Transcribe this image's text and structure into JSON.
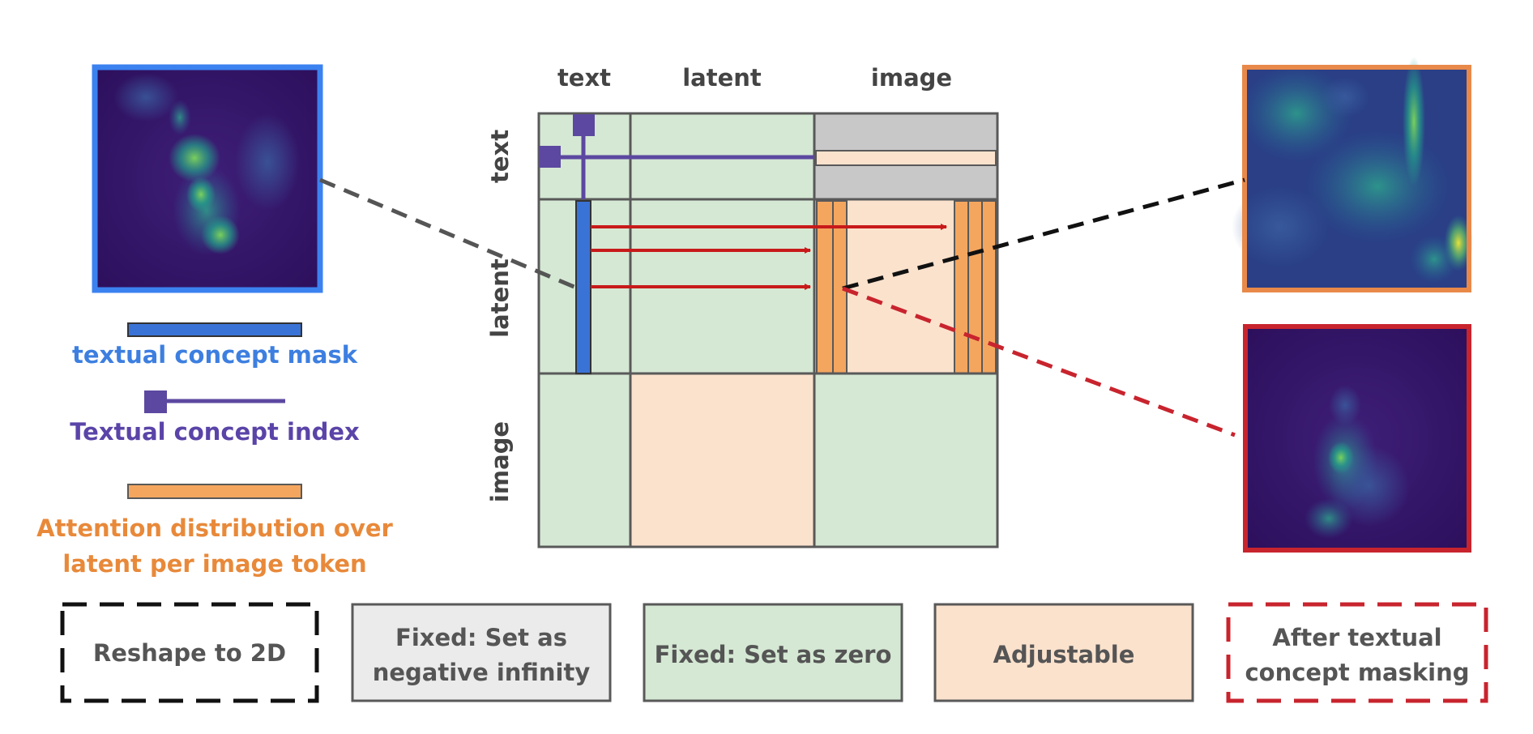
{
  "matrix": {
    "col_headers": [
      "text",
      "latent",
      "image"
    ],
    "row_headers": [
      "text",
      "latent",
      "image"
    ]
  },
  "legend": {
    "mask_label": "textual concept mask",
    "index_label": "Textual concept index",
    "attention_label_line1": "Attention distribution over",
    "attention_label_line2": "latent per image token"
  },
  "bottom_legend": {
    "reshape": "Reshape to 2D",
    "fixed_neg_inf_line1": "Fixed: Set as",
    "fixed_neg_inf_line2": "negative infinity",
    "fixed_zero": "Fixed: Set as zero",
    "adjustable": "Adjustable",
    "after_masking_line1": "After textual",
    "after_masking_line2": "concept masking"
  },
  "colors": {
    "green": "#d5e8d4",
    "peach": "#fbe2cd",
    "gray": "#c8c8c8",
    "light_gray": "#ebebeb",
    "orange": "#f4a65f",
    "blue": "#3a73d6",
    "purple": "#5c48a0",
    "red": "#c81a1a",
    "blue_frame": "#3b82f0",
    "orange_frame": "#e8894a",
    "red_frame": "#c8242e",
    "stroke": "#595959",
    "mask_label": "#3d7fe0",
    "index_label": "#5a44a8",
    "attention_label": "#e8893a"
  },
  "icons": {
    "heatmap_left": "cat-attention-heatmap",
    "heatmap_right_top": "noisy-attention-heatmap",
    "heatmap_right_bottom": "cat-attention-heatmap-masked"
  }
}
